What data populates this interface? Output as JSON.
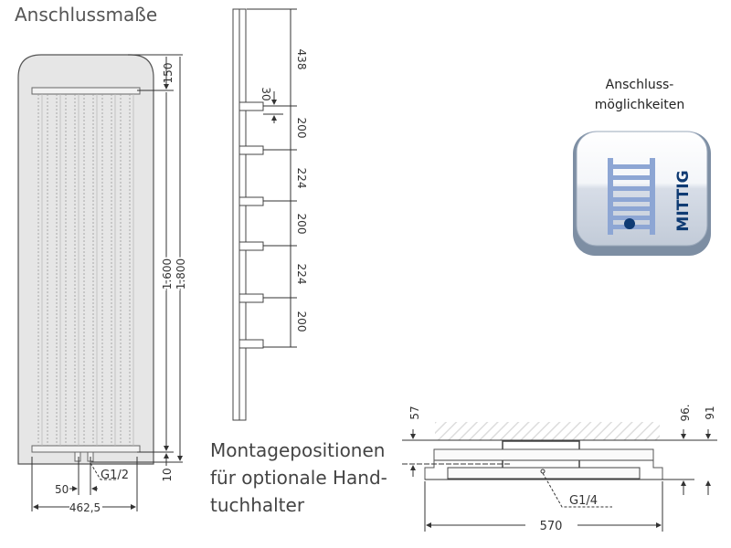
{
  "title": "Anschlussmaße",
  "front_view": {
    "dim_top": "150",
    "dim_height_inner": "1.600",
    "dim_height_total": "1.800",
    "dim_bottom": "10",
    "dim_connection_spacing": "50",
    "dim_width": "462,5",
    "connection_label": "G1/2"
  },
  "side_view": {
    "dims": [
      "438",
      "30",
      "200",
      "224",
      "200",
      "224",
      "200"
    ]
  },
  "mounting_caption": {
    "line1": "Montagepositionen",
    "line2": "für optionale Hand-",
    "line3": "tuchhalter"
  },
  "connection_options": {
    "line1": "Anschluss-",
    "line2": "möglichkeiten",
    "icon_label": "MITTIG",
    "icon_color": "#8da6d4",
    "text_color": "#0f3b73"
  },
  "top_view": {
    "dim_left": "57",
    "dim_right_a": "96.",
    "dim_right_b": "91",
    "dim_width": "570",
    "connection_label": "G1/4"
  }
}
